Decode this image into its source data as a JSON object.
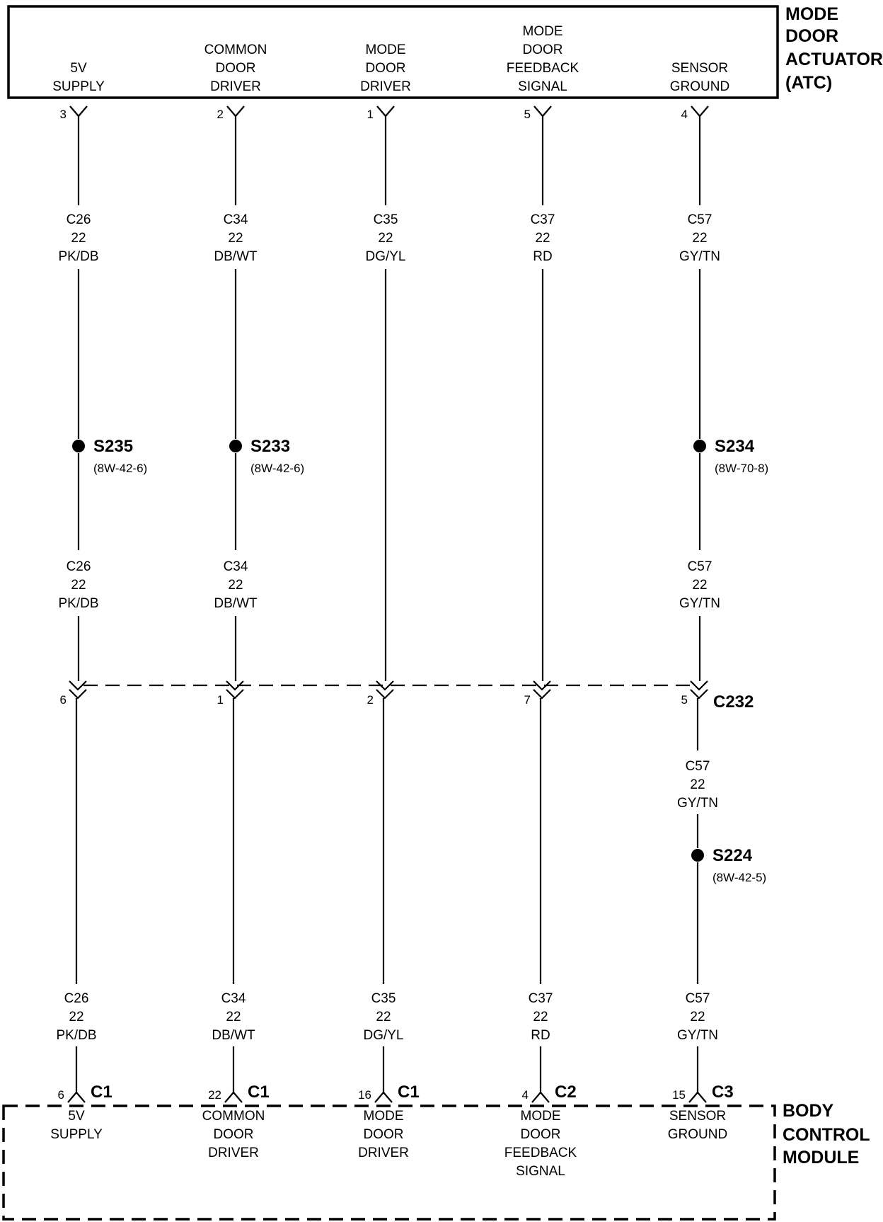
{
  "top_component": {
    "title_lines": [
      "MODE",
      "DOOR",
      "ACTUATOR",
      "(ATC)"
    ],
    "pins": [
      {
        "function_lines": [
          "5V",
          "SUPPLY"
        ],
        "pin": "3"
      },
      {
        "function_lines": [
          "COMMON",
          "DOOR",
          "DRIVER"
        ],
        "pin": "2"
      },
      {
        "function_lines": [
          "MODE",
          "DOOR",
          "DRIVER"
        ],
        "pin": "1"
      },
      {
        "function_lines": [
          "MODE",
          "DOOR",
          "FEEDBACK",
          "SIGNAL"
        ],
        "pin": "5"
      },
      {
        "function_lines": [
          "SENSOR",
          "GROUND"
        ],
        "pin": "4"
      }
    ]
  },
  "bottom_component": {
    "title_lines": [
      "BODY",
      "CONTROL",
      "MODULE"
    ],
    "pins": [
      {
        "function_lines": [
          "5V",
          "SUPPLY"
        ],
        "pin": "6",
        "connector": "C1"
      },
      {
        "function_lines": [
          "COMMON",
          "DOOR",
          "DRIVER"
        ],
        "pin": "22",
        "connector": "C1"
      },
      {
        "function_lines": [
          "MODE",
          "DOOR",
          "DRIVER"
        ],
        "pin": "16",
        "connector": "C1"
      },
      {
        "function_lines": [
          "MODE",
          "DOOR",
          "FEEDBACK",
          "SIGNAL"
        ],
        "pin": "4",
        "connector": "C2"
      },
      {
        "function_lines": [
          "SENSOR",
          "GROUND"
        ],
        "pin": "15",
        "connector": "C3"
      }
    ]
  },
  "wires": [
    {
      "circuit": "C26",
      "gauge": "22",
      "color": "PK/DB"
    },
    {
      "circuit": "C34",
      "gauge": "22",
      "color": "DB/WT"
    },
    {
      "circuit": "C35",
      "gauge": "22",
      "color": "DG/YL"
    },
    {
      "circuit": "C37",
      "gauge": "22",
      "color": "RD"
    },
    {
      "circuit": "C57",
      "gauge": "22",
      "color": "GY/TN"
    }
  ],
  "splices": [
    {
      "id": "S235",
      "ref": "(8W-42-6)",
      "wire": 0
    },
    {
      "id": "S233",
      "ref": "(8W-42-6)",
      "wire": 1
    },
    {
      "id": "S234",
      "ref": "(8W-70-8)",
      "wire": 4
    },
    {
      "id": "S224",
      "ref": "(8W-42-5)",
      "wire": 4
    }
  ],
  "inline_connector": {
    "id": "C232",
    "pins": [
      "6",
      "1",
      "2",
      "7",
      "5"
    ]
  }
}
